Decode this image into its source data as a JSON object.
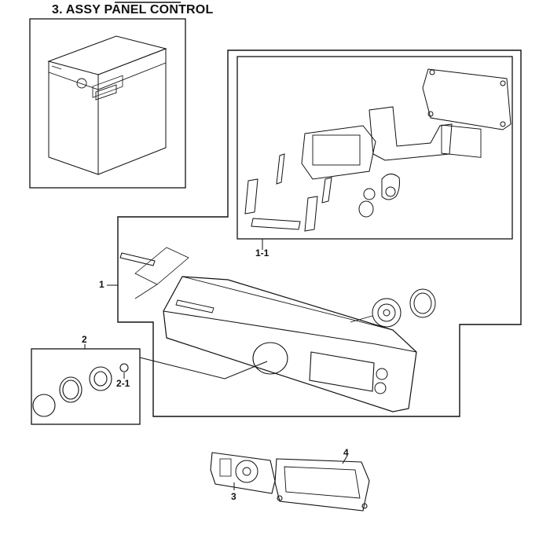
{
  "page": {
    "title": "3. ASSY PANEL CONTROL"
  },
  "diagram": {
    "callouts": {
      "assy_1": "1",
      "sub_1_1": "1-1",
      "assy_2": "2",
      "sub_2_1": "2-1",
      "part_3": "3",
      "part_4": "4"
    }
  }
}
